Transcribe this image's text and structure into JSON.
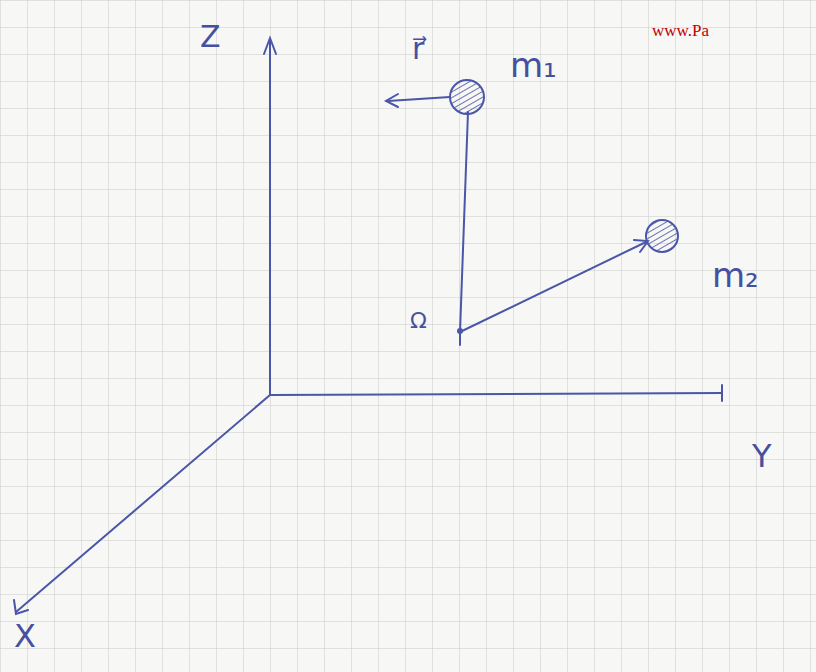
{
  "diagram": {
    "labels": [
      "Z",
      "Y",
      "X",
      "r⃗",
      "m₁",
      "m₂",
      "Ω",
      "www.Pa"
    ]
  }
}
